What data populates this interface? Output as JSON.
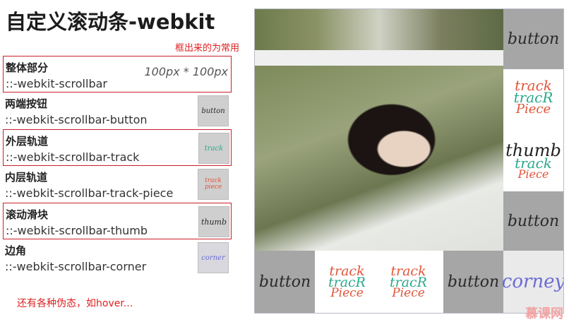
{
  "title": "自定义滚动条-webkit",
  "note_top": "框出来的为常用",
  "note_bottom": "还有各种伪态，如hover...",
  "rows": [
    {
      "name": "整体部分",
      "selector": "::-webkit-scrollbar",
      "size": "100px * 100px"
    },
    {
      "name": "两端按钮",
      "selector": "::-webkit-scrollbar-button",
      "thumb_label": "button"
    },
    {
      "name": "外层轨道",
      "selector": "::-webkit-scrollbar-track",
      "thumb_label": "track"
    },
    {
      "name": "内层轨道",
      "selector": "::-webkit-scrollbar-track-piece",
      "thumb_label": "track piece"
    },
    {
      "name": "滚动滑块",
      "selector": "::-webkit-scrollbar-thumb",
      "thumb_label": "thumb"
    },
    {
      "name": "边角",
      "selector": "::-webkit-scrollbar-corner",
      "thumb_label": "corner"
    }
  ],
  "demo": {
    "button": "button",
    "track": "track",
    "track_piece_top": "track",
    "track_piece_mid": "tracR",
    "track_piece_bottom": "Piece",
    "thumb": "thumb",
    "corner": "corney"
  },
  "logo": "慕课网",
  "colors": {
    "highlight_border": "#c8202a",
    "note": "#e02020",
    "button_bg": "#a6a6a6"
  }
}
